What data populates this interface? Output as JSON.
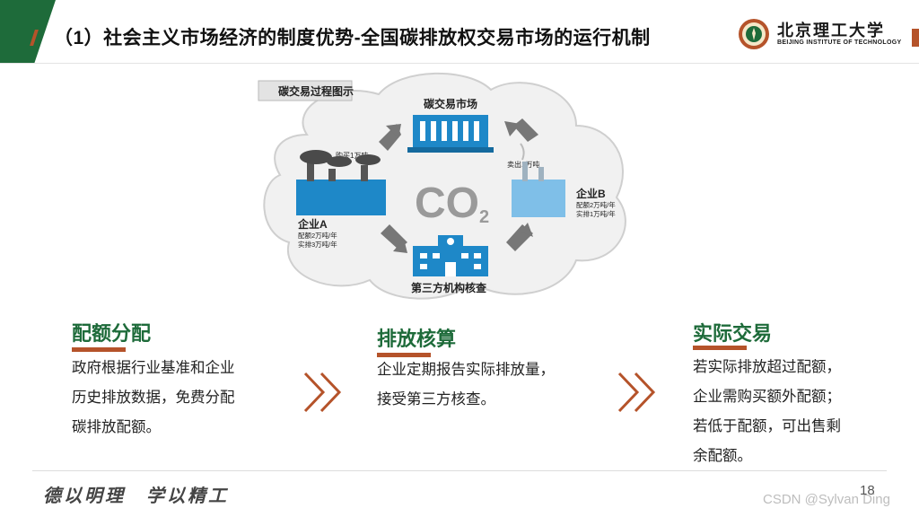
{
  "header": {
    "title": "（1）社会主义市场经济的制度优势-全国碳排放权交易市场的运行机制",
    "logo_cn": "北京理工大学",
    "logo_en": "BEIJING INSTITUTE OF TECHNOLOGY"
  },
  "diagram": {
    "caption": "碳交易过程图示",
    "market_label": "碳交易市场",
    "center_text": "CO",
    "center_sub": "2",
    "buy_label": "购买1万吨",
    "sell_label": "卖出1万吨",
    "company_a": {
      "name": "企业A",
      "line1": "配额2万吨/年",
      "line2": "实排3万吨/年"
    },
    "company_b": {
      "name": "企业B",
      "line1": "配额2万吨/年",
      "line2": "实排1万吨/年"
    },
    "third_party": "第三方机构核查"
  },
  "sections": [
    {
      "title": "配额分配",
      "body": "政府根据行业基准和企业\n历史排放数据，免费分配\n碳排放配额。"
    },
    {
      "title": "排放核算",
      "body": "企业定期报告实际排放量，\n接受第三方核查。"
    },
    {
      "title": "实际交易",
      "body": "若实际排放超过配额，\n企业需购买额外配额；\n若低于配额，可出售剩\n余配额。"
    }
  ],
  "footer": {
    "motto": "德以明理　学以精工",
    "page_number": "18",
    "watermark": "CSDN @Sylvan Ding"
  },
  "colors": {
    "brand_green": "#1e6b3a",
    "accent_orange": "#b5532a",
    "diagram_blue": "#1e88c8"
  }
}
